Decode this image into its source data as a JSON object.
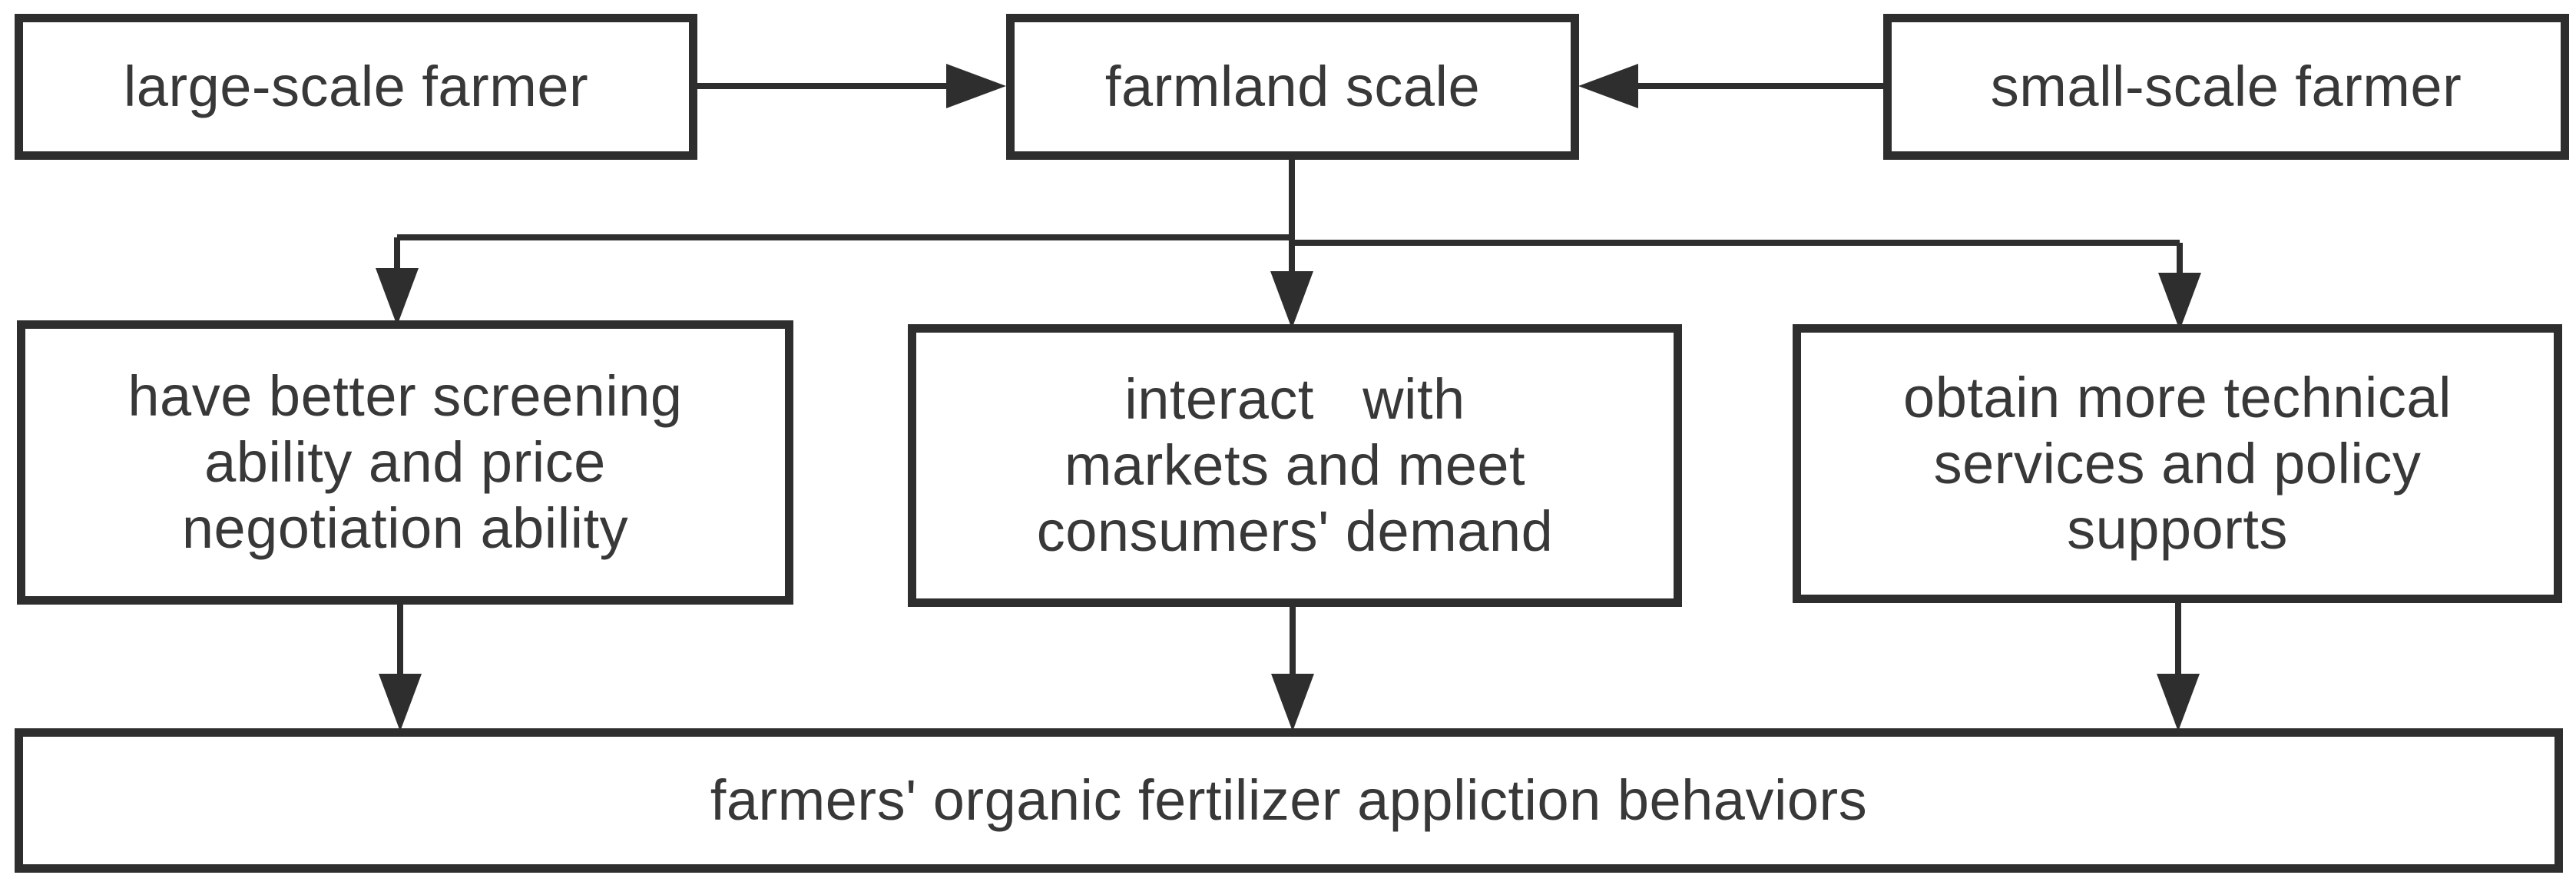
{
  "colors": {
    "line": "#2e2e2e",
    "text": "#383838",
    "background": "#ffffff"
  },
  "nodes": {
    "large": {
      "label": "large-scale farmer"
    },
    "farmland": {
      "label": "farmland scale"
    },
    "small": {
      "label": "small-scale farmer"
    },
    "screening": {
      "label": "have better screening\nability and price\nnegotiation ability"
    },
    "market": {
      "label": "interact   with\nmarkets and meet\nconsumers' demand"
    },
    "technical": {
      "label": "obtain more technical\nservices and policy\nsupports"
    },
    "behavior": {
      "label": "farmers' organic fertilizer appliction behaviors"
    }
  },
  "edges": [
    {
      "from": "large-scale farmer",
      "to": "farmland scale"
    },
    {
      "from": "small-scale farmer",
      "to": "farmland scale"
    },
    {
      "from": "farmland scale",
      "to": "have better screening ability and price negotiation ability"
    },
    {
      "from": "farmland scale",
      "to": "interact with markets and meet consumers' demand"
    },
    {
      "from": "farmland scale",
      "to": "obtain more technical services and policy supports"
    },
    {
      "from": "have better screening ability and price negotiation ability",
      "to": "farmers' organic fertilizer appliction behaviors"
    },
    {
      "from": "interact with markets and meet consumers' demand",
      "to": "farmers' organic fertilizer appliction behaviors"
    },
    {
      "from": "obtain more technical services and policy supports",
      "to": "farmers' organic fertilizer appliction behaviors"
    }
  ]
}
